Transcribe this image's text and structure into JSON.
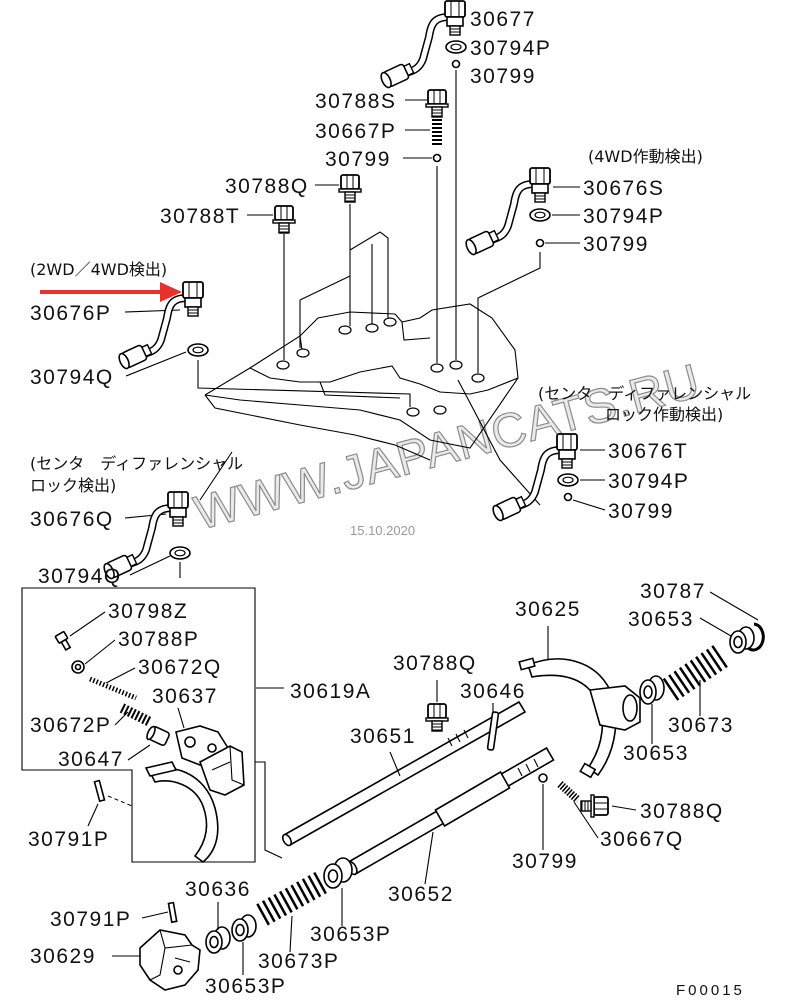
{
  "labels": {
    "sensor_top": "30677",
    "washer_top": "30794P",
    "ball_top": "30799",
    "bolt_s": "30788S",
    "spring_p": "30667P",
    "ball_mid": "30799",
    "bolt_q_top": "30788Q",
    "sensor_4wd": "30676S",
    "bolt_t": "30788T",
    "washer_4wd": "30794P",
    "ball_4wd": "30799",
    "sensor_2wd": "30676P",
    "washer_2wd": "30794Q",
    "sensor_cdl_act": "30676T",
    "washer_cdl_act": "30794P",
    "ball_cdl_act": "30799",
    "sensor_cdl": "30676Q",
    "washer_cdl": "30794Q",
    "snap_ring": "30787",
    "fork_large": "30625",
    "bolt_z": "30798Z",
    "collar_upper": "30653",
    "plug_p": "30788P",
    "plug_q_mid": "30788Q",
    "spring_q": "30672Q",
    "block": "30637",
    "pin_646": "30646",
    "fork_assy": "30619A",
    "spring_672p": "30672P",
    "spring_right": "30673",
    "rod_651": "30651",
    "plunger": "30647",
    "collar_lower": "30653",
    "plug_q_low": "30788Q",
    "pin_791_upper": "30791P",
    "spring_667q": "30667Q",
    "ball_low": "30799",
    "collar_636": "30636",
    "rod_652": "30652",
    "pin_791_lower": "30791P",
    "collar_653p_a": "30653P",
    "bracket": "30629",
    "spring_673p": "30673P",
    "collar_653p_b": "30653P"
  },
  "notes": {
    "detect_4wd_active": "(4WD作動検出)",
    "detect_2wd_4wd": "(2WD／4WD検出)",
    "center_diff_lock_active_line1": "(センタ　ディファレンシャル",
    "center_diff_lock_active_line2": "ロック作動検出)",
    "center_diff_lock_line1": "(センタ　ディファレンシャル",
    "center_diff_lock_line2": "ロック検出)"
  },
  "watermark": "WWW.JAPANCATS.RU",
  "date_stamp": "15.10.2020",
  "figure_code": "F00015",
  "colors": {
    "line": "#000000",
    "arrow": "#e8312a",
    "watermark": "#8c8c8c"
  }
}
